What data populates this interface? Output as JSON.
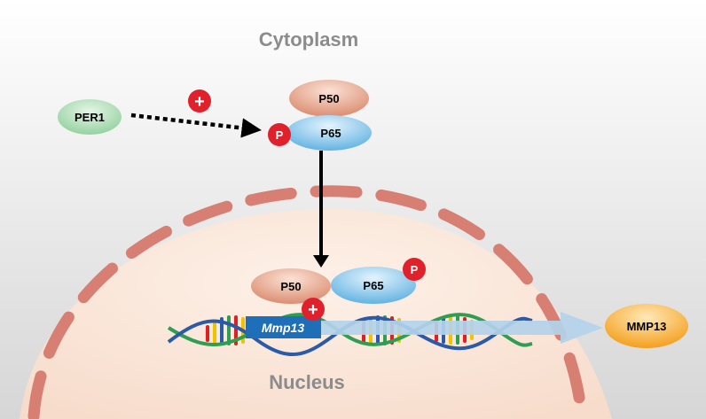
{
  "labels": {
    "cytoplasm": "Cytoplasm",
    "nucleus": "Nucleus",
    "per1": "PER1",
    "p50_top": "P50",
    "p65_top": "P65",
    "phospho_top": "P",
    "p50_nuclear": "P50",
    "p65_nuclear": "P65",
    "phospho_nuclear": "P",
    "gene": "Mmp13",
    "product": "MMP13"
  },
  "symbols": {
    "activation_top": "+",
    "activation_gene": "+"
  },
  "colors": {
    "background_top": "#ffffff",
    "background_bottom": "#d6d6d6",
    "cell_fill": "#fbe7da",
    "membrane": "#d77f73",
    "compartment_text": "#8c8c8c",
    "per1": "#9fd6a8",
    "p50": "#e39f81",
    "p65": "#7dc2ea",
    "phospho": "#e0202a",
    "gene_box": "#1f6fb8",
    "dna_strand_a": "#2f9e52",
    "dna_strand_b": "#2a5aa8",
    "mmp13": "#f6a623",
    "expression_arrow": "#b3d3ea"
  }
}
